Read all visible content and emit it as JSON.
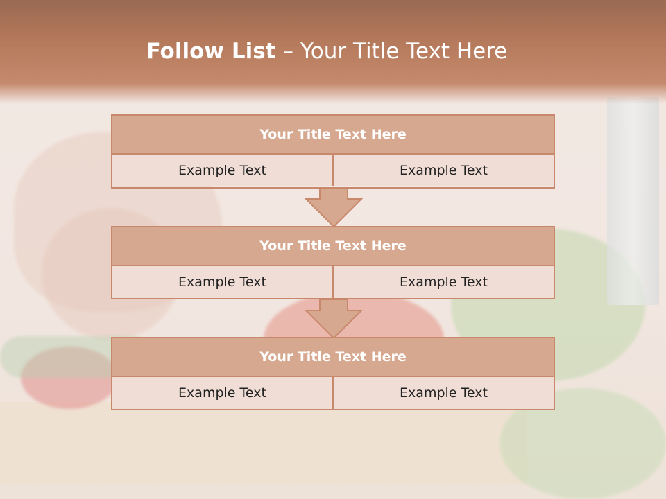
{
  "title": {
    "bold": "Follow List",
    "separator": "–",
    "rest": "Your Title Text Here"
  },
  "blocks": [
    {
      "heading": "Your Title Text Here",
      "left": "Example Text",
      "right": "Example Text"
    },
    {
      "heading": "Your Title Text Here",
      "left": "Example Text",
      "right": "Example Text"
    },
    {
      "heading": "Your Title Text Here",
      "left": "Example Text",
      "right": "Example Text"
    }
  ],
  "colors": {
    "header": "#b5795b",
    "block_heading": "#d6a88f",
    "block_body": "#f0ddd6",
    "border": "#c8886b"
  }
}
